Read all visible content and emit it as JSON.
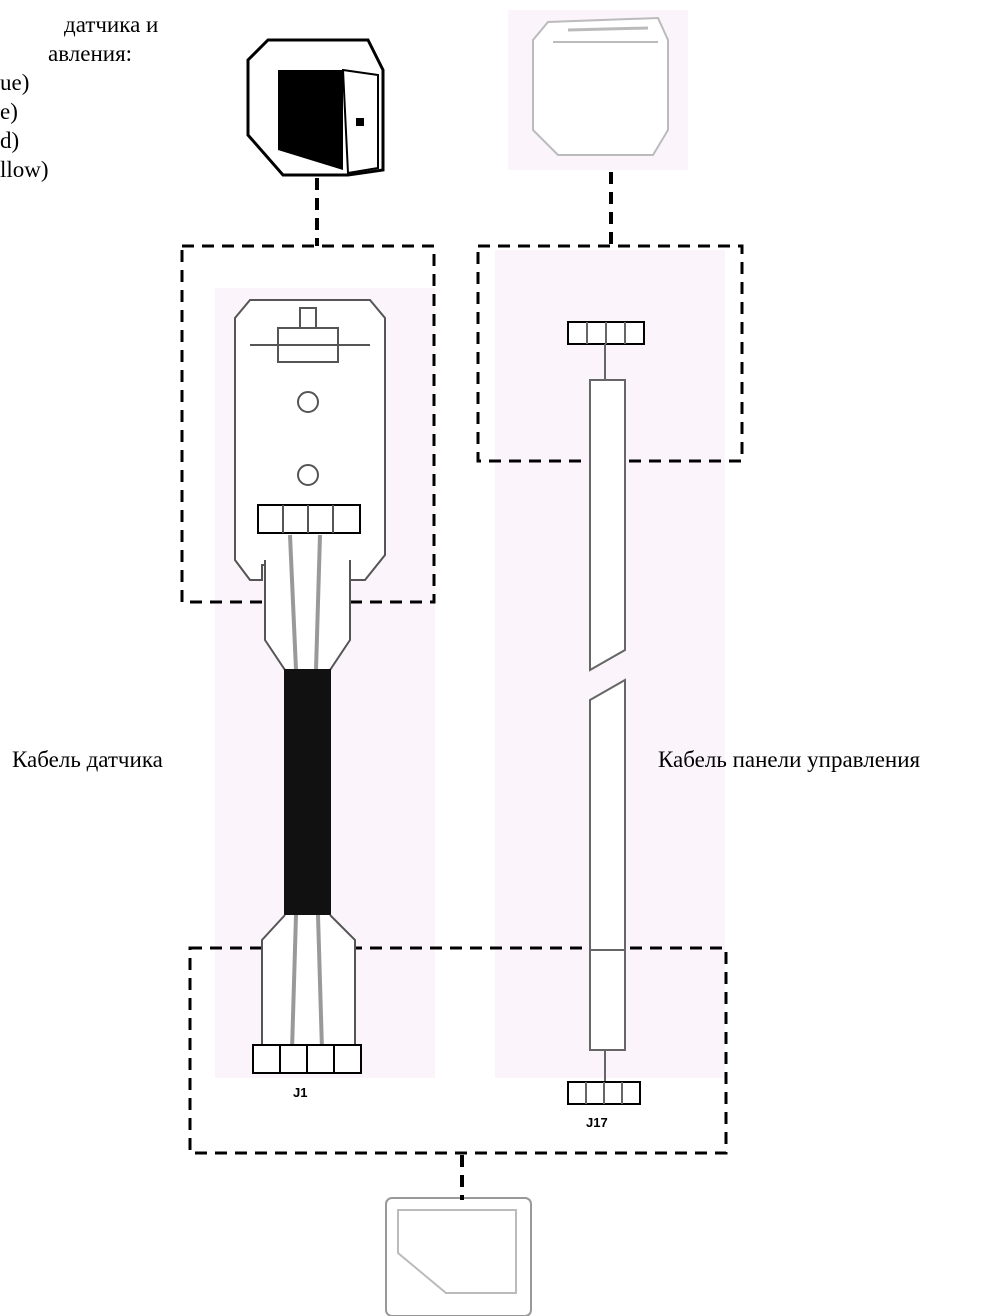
{
  "legend": {
    "lines": [
      "датчика и",
      "авления:",
      "",
      "ue)",
      "e)",
      "d)",
      "llow)"
    ]
  },
  "labels": {
    "sensor_cable": "Кабель датчика",
    "panel_cable": "Кабель панели управления",
    "j1": "J1",
    "j17": "J17"
  },
  "colors": {
    "dash": "#000000",
    "panel_bg": "#fbf5fb",
    "cable_black": "#111111",
    "line": "#555555"
  }
}
